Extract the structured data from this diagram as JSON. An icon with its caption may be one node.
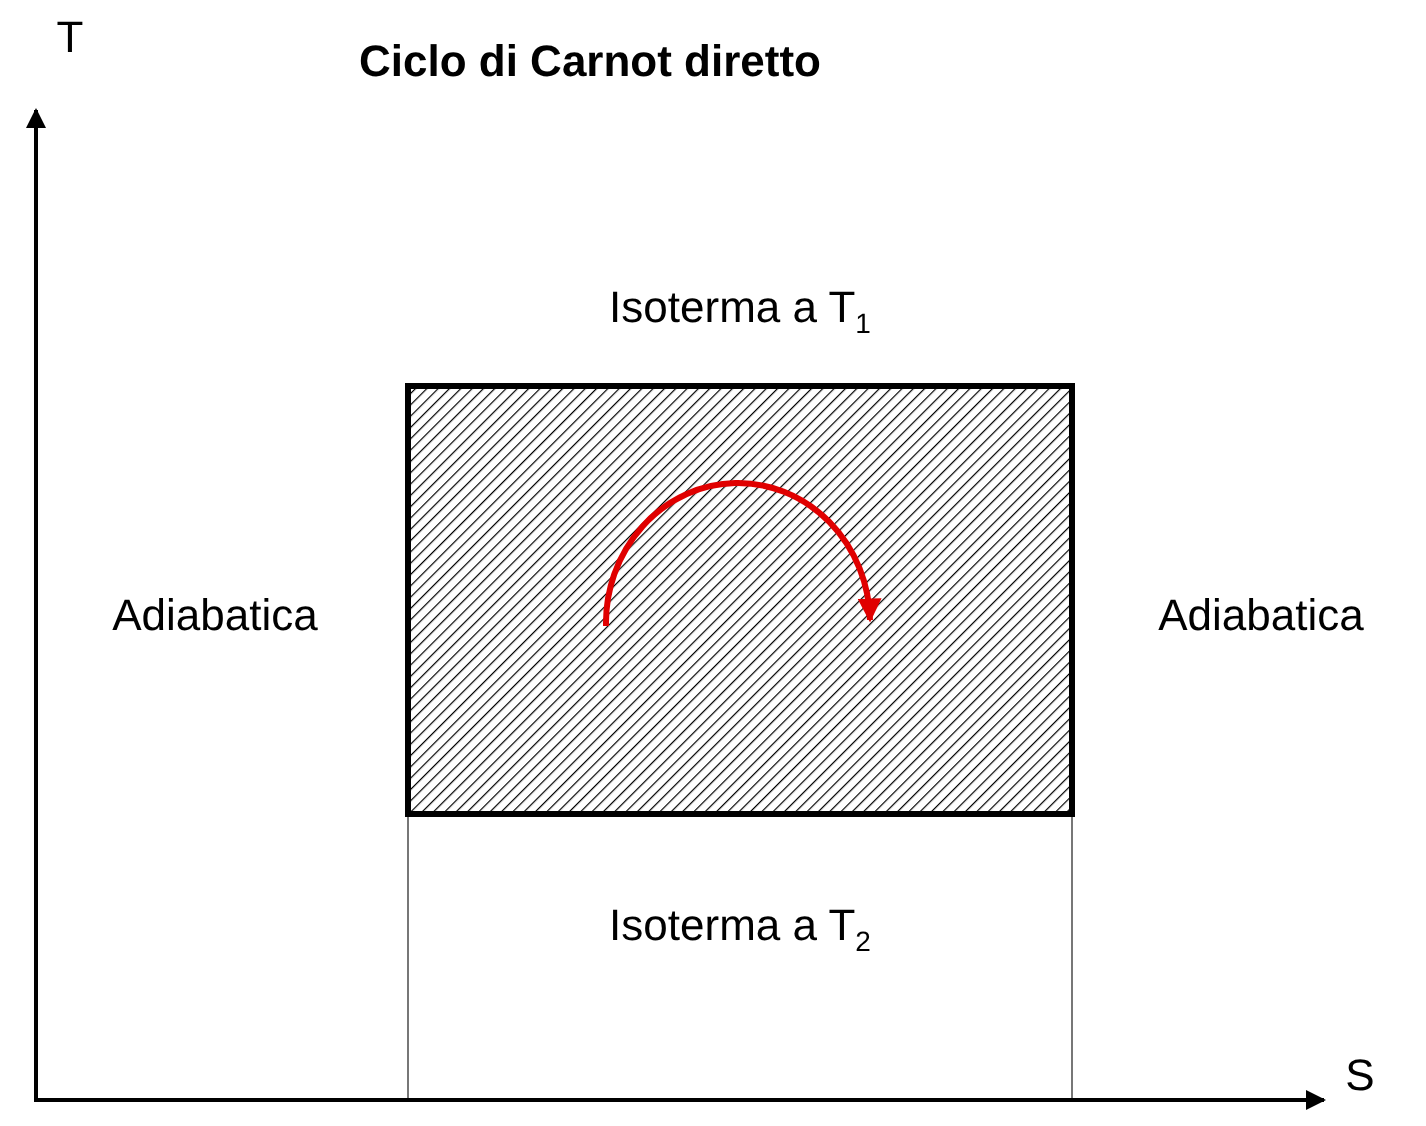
{
  "diagram": {
    "title": "Ciclo di Carnot diretto",
    "labels": [
      "T",
      "Isoterma a T$_{1}$",
      "Adiabatica",
      "Adiabatica",
      "Isoterma a T$_{2}$",
      "S"
    ]
  }
}
